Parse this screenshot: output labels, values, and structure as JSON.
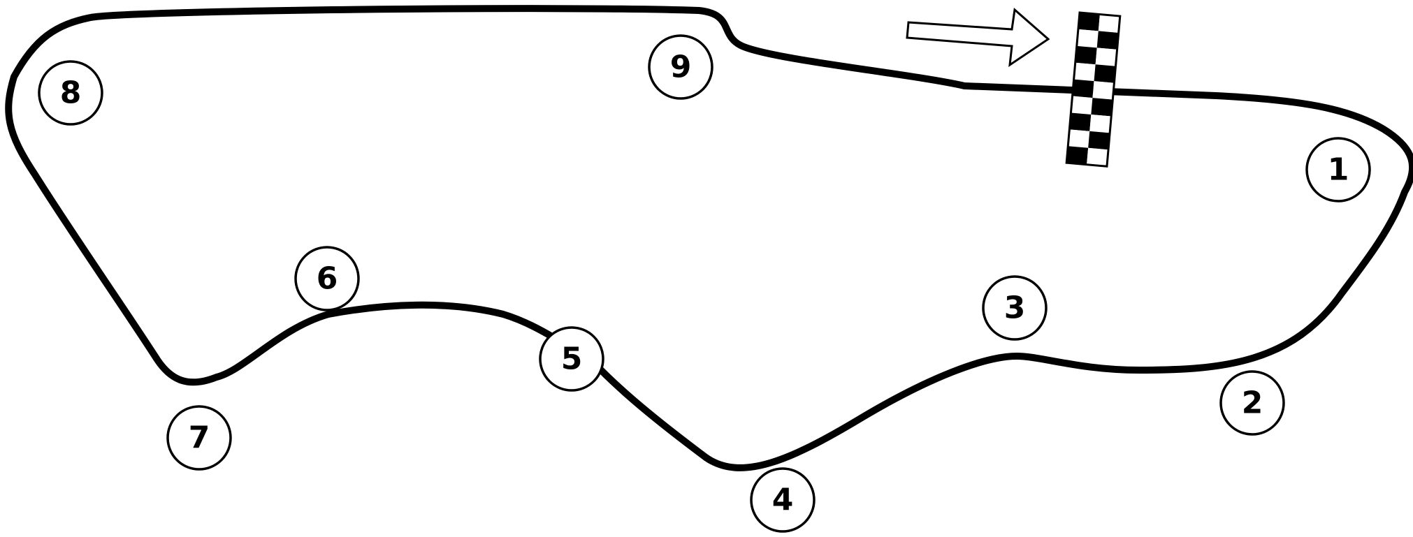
{
  "colors": {
    "track": "#000000",
    "background": "#ffffff"
  },
  "icons": {
    "start_finish": "checkered-flag-icon",
    "direction": "direction-arrow-icon"
  },
  "turns": [
    {
      "number": "1"
    },
    {
      "number": "2"
    },
    {
      "number": "3"
    },
    {
      "number": "4"
    },
    {
      "number": "5"
    },
    {
      "number": "6"
    },
    {
      "number": "7"
    },
    {
      "number": "8"
    },
    {
      "number": "9"
    }
  ]
}
